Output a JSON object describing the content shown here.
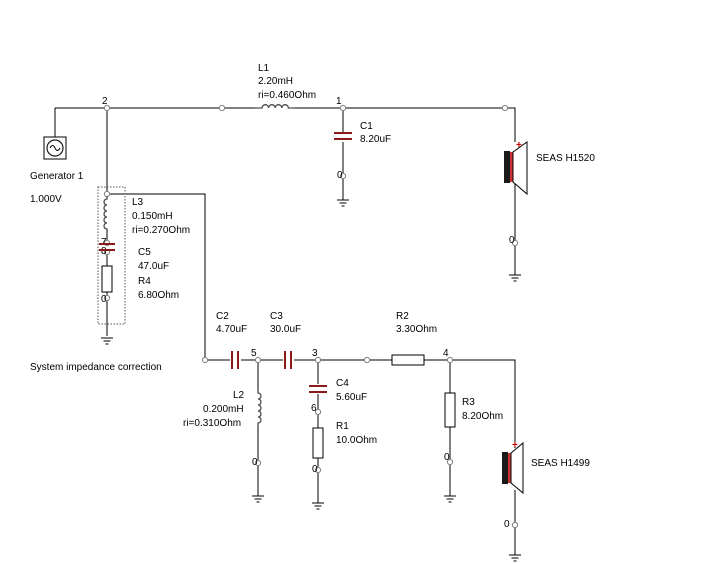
{
  "nodes": {
    "n2": "2",
    "n1": "1",
    "n0": "0",
    "n7": "7",
    "n8": "8",
    "n5": "5",
    "n3": "3",
    "n4": "4",
    "n6": "6"
  },
  "generator": {
    "name": "Generator 1",
    "value": "1.000V"
  },
  "L1": {
    "name": "L1",
    "value": "2.20mH",
    "ri": "ri=0.460Ohm"
  },
  "C1": {
    "name": "C1",
    "value": "8.20uF"
  },
  "L3": {
    "name": "L3",
    "value": "0.150mH",
    "ri": "ri=0.270Ohm"
  },
  "C5": {
    "name": "C5",
    "value": "47.0uF"
  },
  "R4": {
    "name": "R4",
    "value": "6.80Ohm"
  },
  "C2": {
    "name": "C2",
    "value": "4.70uF"
  },
  "C3": {
    "name": "C3",
    "value": "30.0uF"
  },
  "R2": {
    "name": "R2",
    "value": "3.30Ohm"
  },
  "C4": {
    "name": "C4",
    "value": "5.60uF"
  },
  "R1": {
    "name": "R1",
    "value": "10.0Ohm"
  },
  "L2": {
    "name": "L2",
    "value": "0.200mH",
    "ri": "ri=0.310Ohm"
  },
  "R3": {
    "name": "R3",
    "value": "8.20Ohm"
  },
  "tweeter": {
    "name": "SEAS H1520",
    "plus": "+"
  },
  "woofer": {
    "name": "SEAS H1499",
    "plus": "+"
  },
  "note": "System impedance correction"
}
